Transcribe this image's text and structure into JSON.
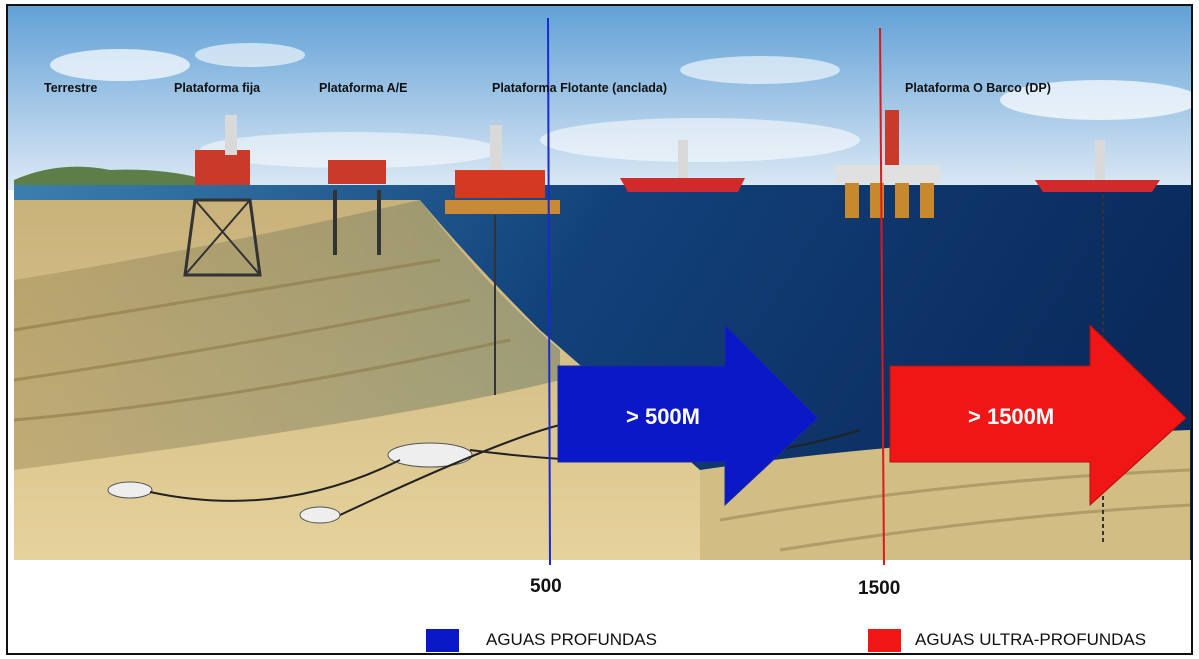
{
  "labels": {
    "terrestre": "Terrestre",
    "fija": "Plataforma fija",
    "ae": "Plataforma A/E",
    "flotante": "Plataforma Flotante (anclada)",
    "barco": "Plataforma  O Barco (DP)"
  },
  "depth_marks": {
    "mark_500": "500",
    "mark_1500": "1500"
  },
  "arrows": {
    "blue": "> 500M",
    "red": "> 1500M"
  },
  "legend": {
    "deep": "AGUAS PROFUNDAS",
    "ultra": "AGUAS ULTRA-PROFUNDAS"
  },
  "colors": {
    "deep": "#0a18c8",
    "ultra": "#f01616",
    "line_500": "#1a2ad0",
    "line_1500": "#e01818"
  }
}
